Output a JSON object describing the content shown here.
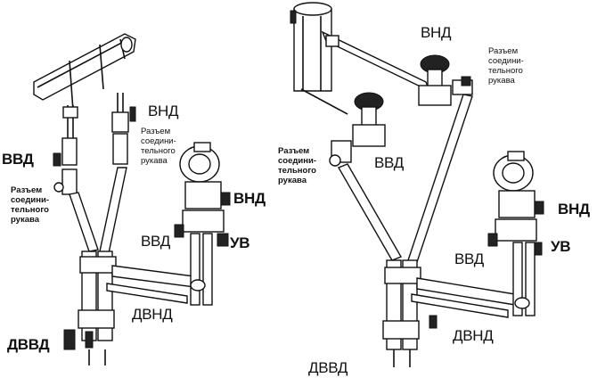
{
  "labels": {
    "vnd": "ВНД",
    "vvd": "ВВД",
    "uv": "УВ",
    "dvnd": "ДВНД",
    "dvvd": "ДВВД",
    "razem": "Разъем соедини-тельного рукава"
  }
}
